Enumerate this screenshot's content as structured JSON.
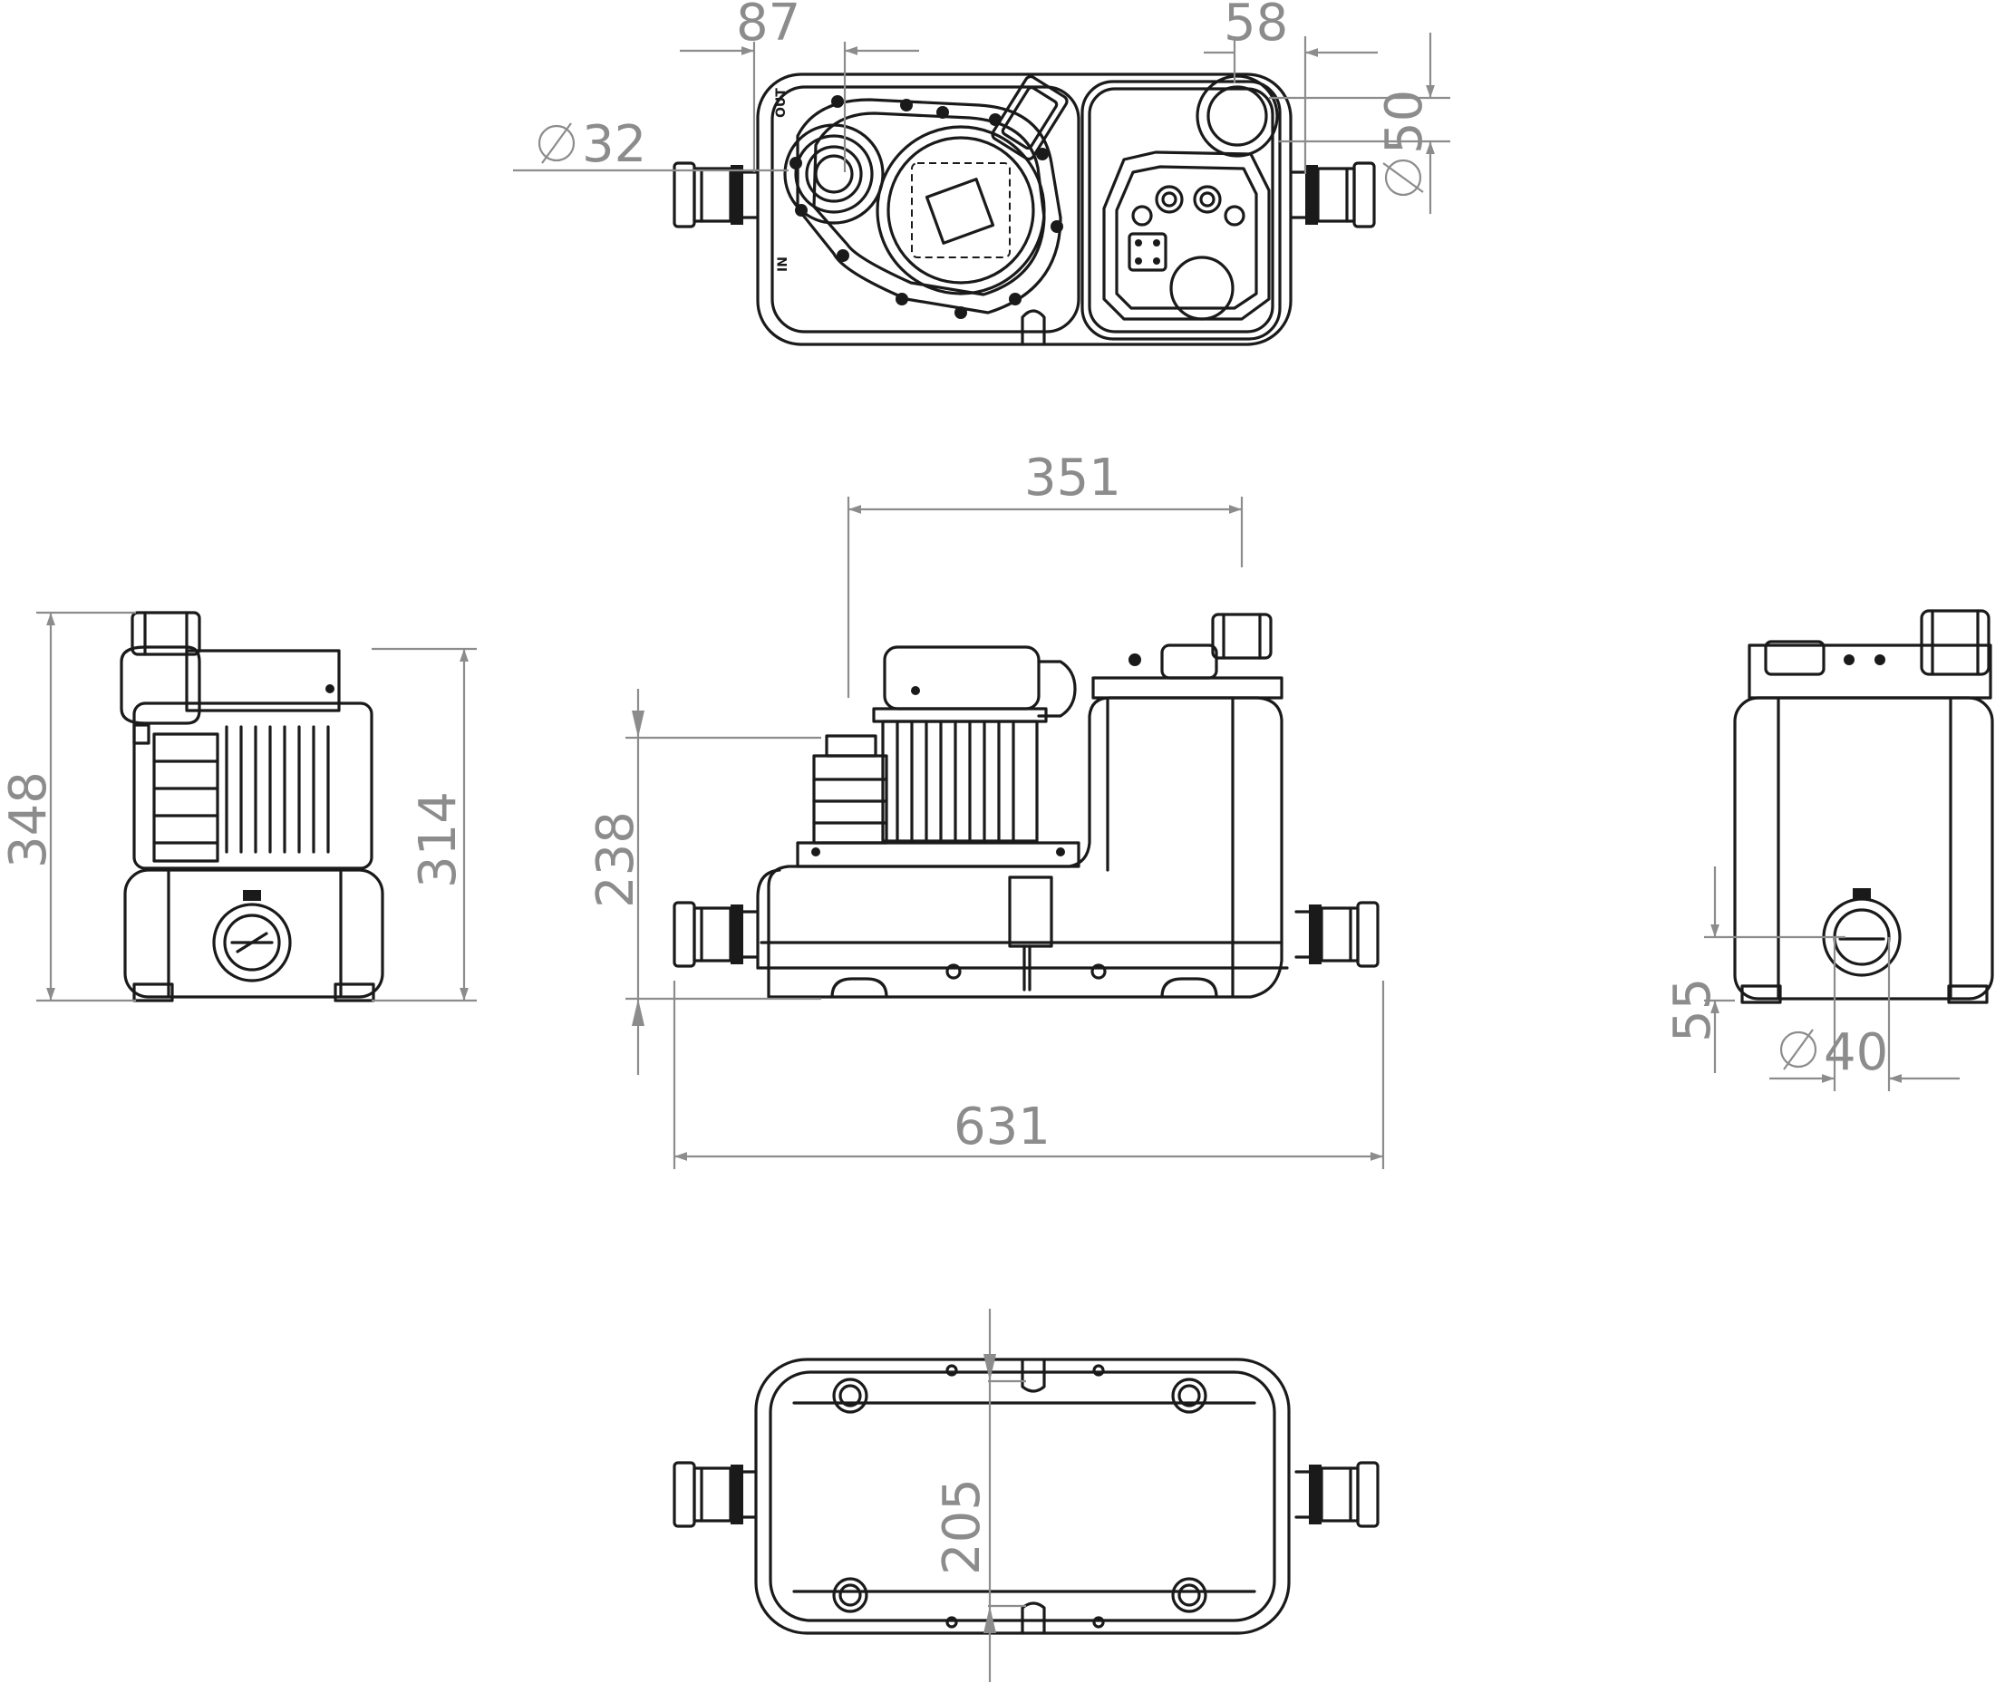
{
  "colors": {
    "outline": "#1a1a1a",
    "dimension": "#8c8c8c",
    "background": "#ffffff"
  },
  "top_view": {
    "dims": {
      "inlet_offset": "87",
      "outlet_offset": "58",
      "small_inlet_diameter": "32",
      "outlet_diameter": "50"
    },
    "markings": {
      "in_arrow": "IN",
      "out_mark": "OUT"
    }
  },
  "front_view": {
    "dims": {
      "motor_offset": "351",
      "inlet_height": "238",
      "overall_width": "631"
    }
  },
  "left_view": {
    "dims": {
      "overall_height": "348",
      "housing_height": "314"
    }
  },
  "right_view": {
    "dims": {
      "drain_height": "55",
      "drain_diameter": "40"
    }
  },
  "bottom_view": {
    "dims": {
      "base_depth": "205"
    }
  }
}
